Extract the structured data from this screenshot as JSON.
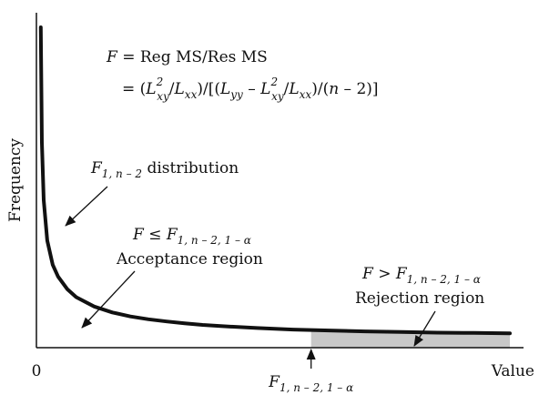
{
  "chart_data": {
    "type": "area",
    "title": "",
    "xlabel": "Value",
    "ylabel": "Frequency",
    "x_origin_label": "0",
    "grid": false,
    "legend": "none",
    "series": [
      {
        "curve": "F-distribution density (F with 1 and n − 2 degrees of freedom)",
        "x": [
          0.02,
          0.05,
          0.1,
          0.2,
          0.35,
          0.5,
          0.75,
          1.0,
          1.5,
          2.0,
          2.5,
          3.0,
          3.5,
          4.0,
          4.5,
          5.0,
          6.0,
          7.0,
          8.0,
          9.0,
          10.0,
          11.0,
          12.0,
          13.0
        ],
        "y": [
          100,
          63,
          44.5,
          31.5,
          23.7,
          19.9,
          15.9,
          13.3,
          10.3,
          8.4,
          7.1,
          6.2,
          5.5,
          4.9,
          4.4,
          4.0,
          3.4,
          2.9,
          2.6,
          2.3,
          2.1,
          1.9,
          1.8,
          1.7
        ]
      }
    ],
    "critical_value_x": 7.5,
    "shaded_region": "rejection",
    "colors": {
      "curve": "#111111",
      "shade": "#c8c8c8",
      "axis": "#111111"
    }
  },
  "equation": {
    "line1": {
      "F": "F",
      "rest": " = Reg MS/Res MS"
    },
    "line2": {
      "p1": "= (",
      "L1": "L",
      "L1_sub": "xy",
      "L1_sup": "2",
      "p2": "/",
      "L2": "L",
      "L2_sub": "xx",
      "p3": ")/[(",
      "L3": "L",
      "L3_sub": "yy",
      "p4": " – ",
      "L4": "L",
      "L4_sub": "xy",
      "L4_sup": "2",
      "p5": "/",
      "L5": "L",
      "L5_sub": "xx",
      "p6": ")/(",
      "n": "n",
      "p7": " – 2)]"
    }
  },
  "annotations": {
    "distribution": {
      "F": "F",
      "sub": "1, n – 2",
      "text": " distribution"
    },
    "acceptance": {
      "F": "F",
      "rel": " ≤ ",
      "F2": "F",
      "sub": "1, n – 2, 1 – α",
      "region": "Acceptance region"
    },
    "rejection": {
      "F": "F",
      "rel": " > ",
      "F2": "F",
      "sub": "1, n – 2, 1 – α",
      "region": "Rejection region"
    },
    "critical": {
      "F": "F",
      "sub": "1, n – 2, 1 – α"
    }
  }
}
